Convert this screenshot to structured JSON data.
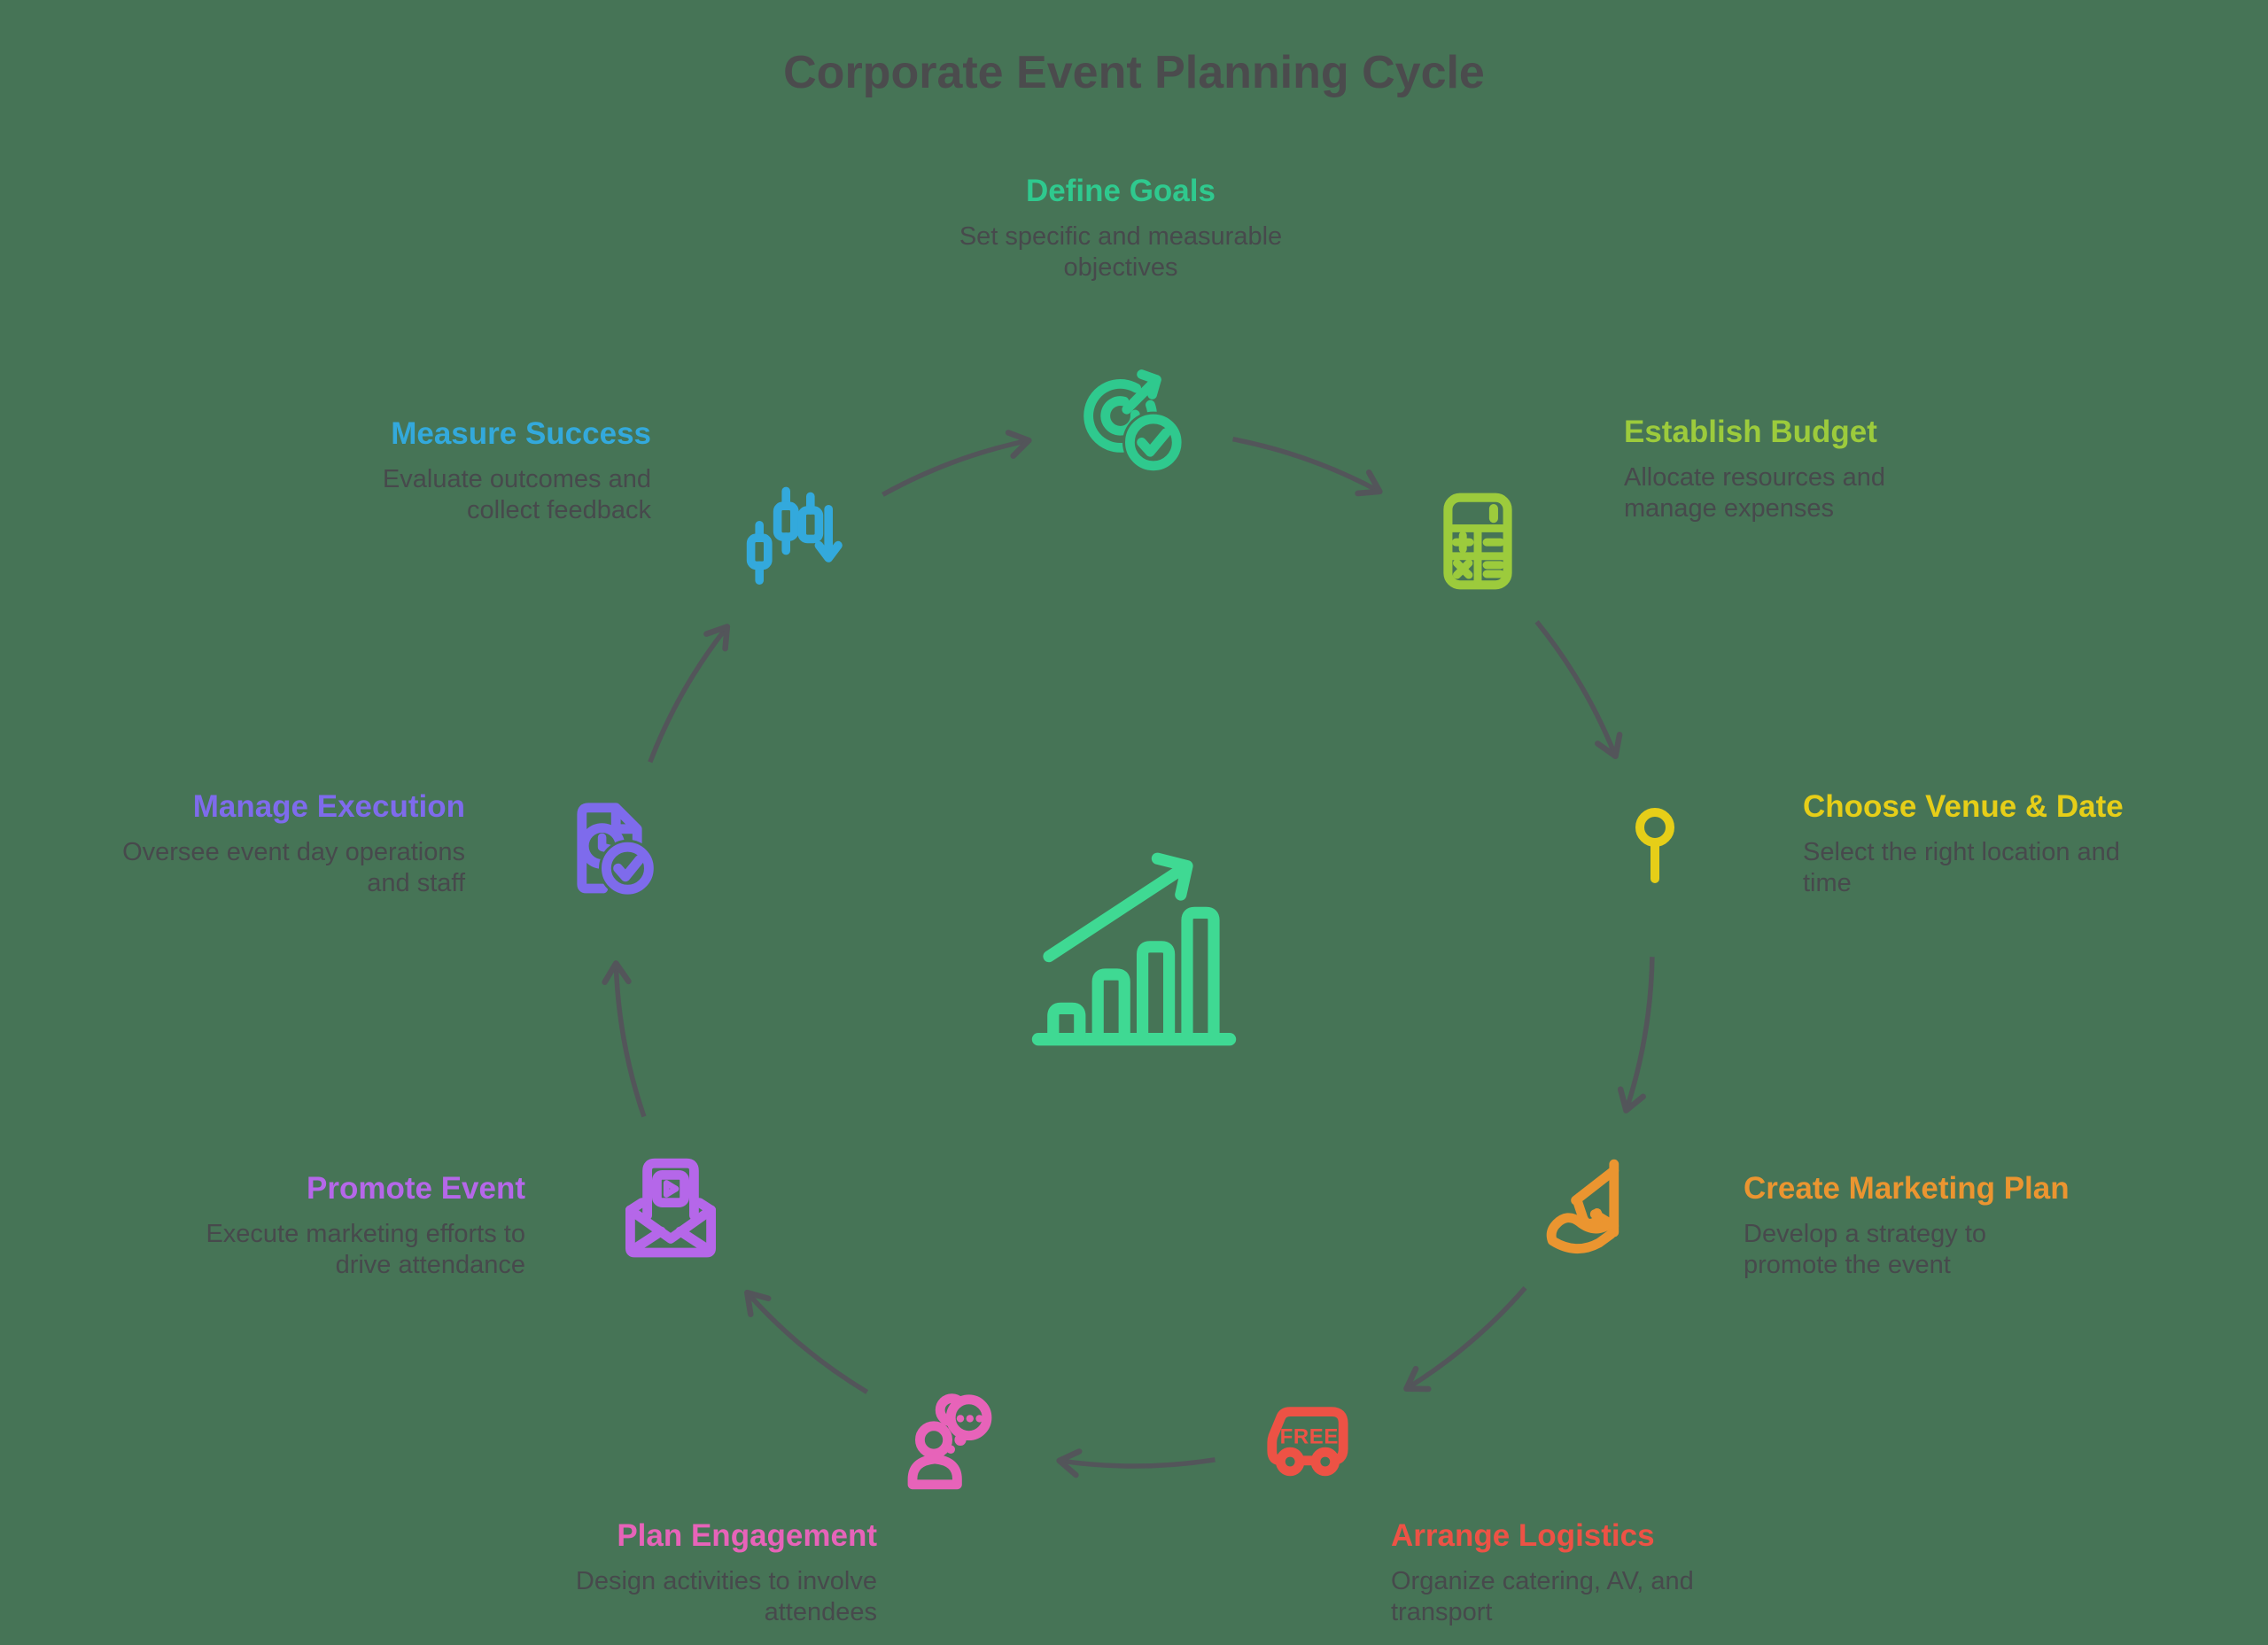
{
  "title": "Corporate Event Planning Cycle",
  "stages": [
    {
      "name": "Define Goals",
      "description": "Set specific and measurable objectives",
      "color": "#2FC98E",
      "icon": "target-check-icon"
    },
    {
      "name": "Establish Budget",
      "description": "Allocate resources and manage expenses",
      "color": "#9CCB3C",
      "icon": "calculator-icon"
    },
    {
      "name": "Choose Venue & Date",
      "description": "Select the right location and time",
      "color": "#E6CE18",
      "icon": "map-pin-icon"
    },
    {
      "name": "Create Marketing Plan",
      "description": "Develop a strategy to promote the event",
      "color": "#EB9530",
      "icon": "megaphone-hand-icon"
    },
    {
      "name": "Arrange Logistics",
      "description": "Organize catering, AV, and transport",
      "color": "#ED5245",
      "icon": "delivery-truck-icon",
      "icon_text": "FREE"
    },
    {
      "name": "Plan Engagement",
      "description": "Design activities to involve attendees",
      "color": "#E763B9",
      "icon": "person-thought-bubble-icon"
    },
    {
      "name": "Promote Event",
      "description": "Execute marketing efforts to drive attendance",
      "color": "#B567E9",
      "icon": "video-email-icon"
    },
    {
      "name": "Manage Execution",
      "description": "Oversee event day operations and staff",
      "color": "#7E6BEC",
      "icon": "document-clock-check-icon"
    },
    {
      "name": "Measure Success",
      "description": "Evaluate outcomes and collect feedback",
      "color": "#33A9DC",
      "icon": "candlestick-chart-icon"
    }
  ],
  "center_icon": "growth-chart-icon",
  "colors": {
    "background": "#467456",
    "title_text": "#4B4B4D",
    "description_text": "#47494C",
    "arrow": "#53555A",
    "center_icon": "#3FD993"
  }
}
